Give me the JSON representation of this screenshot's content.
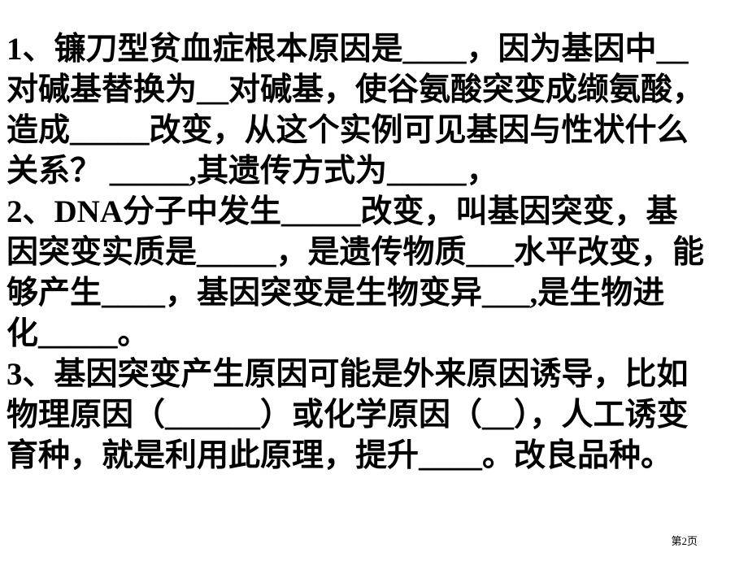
{
  "slide": {
    "background_color": "#ffffff",
    "text_color": "#000000",
    "lines": [
      "1、镰刀型贫血症根本原因是____，因为基因中__",
      "对碱基替换为__对碱基，使谷氨酸突变成缬氨酸，",
      "造成_____改变，从这个实例可见基因与性状什么",
      "关系？ _____,其遗传方式为_____，",
      "2、DNA分子中发生_____改变，叫基因突变，基",
      "因突变实质是_____，是遗传物质___水平改变，能",
      "够产生____，基因突变是生物变异___,是生物进",
      "化_____。",
      "3、基因突变产生原因可能是外来原因诱导，比如",
      "物理原因（______）或化学原因（__），人工诱变",
      "育种，就是利用此原理，提升____。改良品种。"
    ],
    "footer": {
      "page_label": "第2页"
    }
  }
}
